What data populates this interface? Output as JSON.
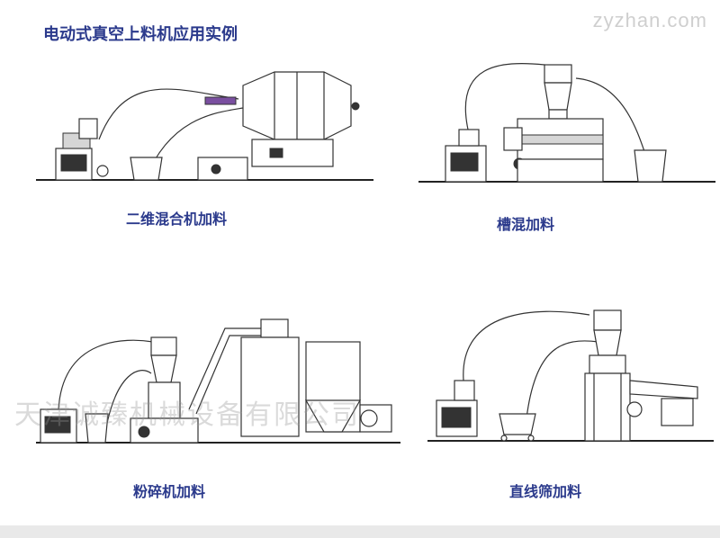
{
  "title": "电动式真空上料机应用实例",
  "watermark_site": "zyzhan.com",
  "watermark_company": "天津诚臻机械设备有限公司",
  "panels": [
    {
      "caption": "二维混合机加料"
    },
    {
      "caption": "槽混加料"
    },
    {
      "caption": "粉碎机加料"
    },
    {
      "caption": "直线筛加料"
    }
  ],
  "colors": {
    "caption": "#2b3a8c",
    "accent_purple": "#7a4fa0"
  }
}
